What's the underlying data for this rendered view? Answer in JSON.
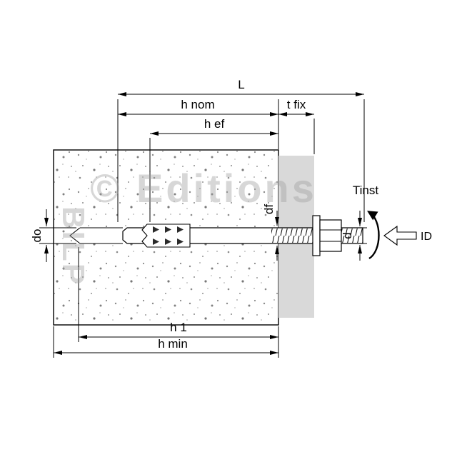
{
  "labels": {
    "L": "L",
    "h_nom": "h nom",
    "t_fix": "t fix",
    "h_ef": "h ef",
    "do": "do",
    "df": "df",
    "d": "d",
    "h_1": "h 1",
    "h_min": "h min",
    "tinst": "Tinst",
    "id": "ID"
  },
  "watermark": {
    "publisher": "© Editions",
    "brand": "BILP"
  },
  "colors": {
    "line": "#000000",
    "fixture_fill": "#d9d9d9",
    "watermark": "#9e9e9e"
  }
}
